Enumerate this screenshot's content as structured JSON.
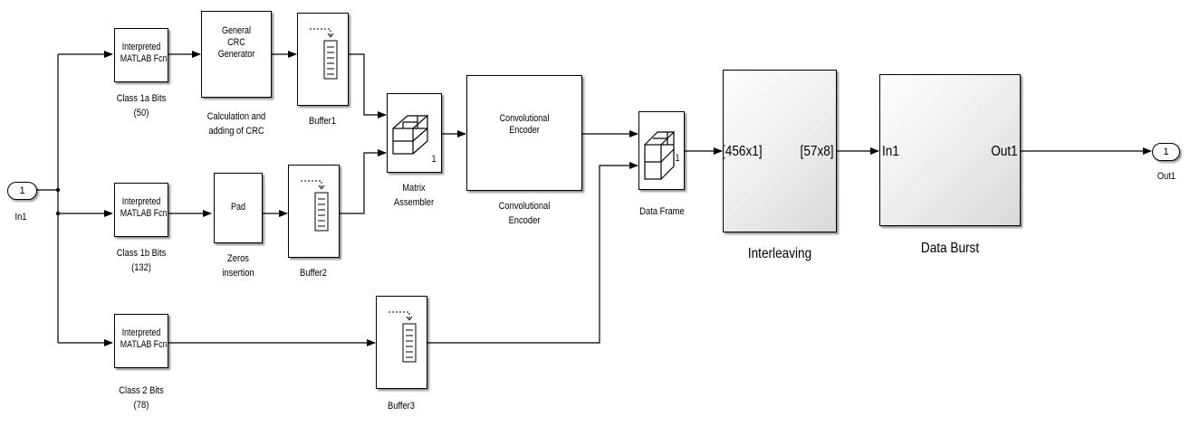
{
  "ports": {
    "in_number": "1",
    "in_label": "In1",
    "out_number": "1",
    "out_label": "Out1"
  },
  "fcn_blocks": {
    "text_line1": "Interpreted",
    "text_line2": "MATLAB Fcn",
    "class1a_label": [
      "Class 1a Bits",
      "(50)"
    ],
    "class1b_label": [
      "Class 1b Bits",
      "(132)"
    ],
    "class2_label": [
      "Class 2 Bits",
      "(78)"
    ]
  },
  "crc": {
    "inner": [
      "General",
      "CRC",
      "Generator"
    ],
    "label": [
      "Calculation and",
      "adding of CRC"
    ]
  },
  "pad": {
    "inner": "Pad",
    "label": [
      "Zeros",
      "insertion"
    ]
  },
  "buffers": {
    "buffer1": "Buffer1",
    "buffer2": "Buffer2",
    "buffer3": "Buffer3"
  },
  "matrix_assembler": {
    "inner": "1",
    "label": [
      "Matrix",
      "Assembler"
    ]
  },
  "conv_encoder": {
    "inner": [
      "Convolutional",
      "Encoder"
    ],
    "label": [
      "Convolutional",
      "Encoder"
    ]
  },
  "data_frame": {
    "inner": "1",
    "label": "Data Frame"
  },
  "interleaving": {
    "in_port": "[456x1]",
    "out_port": "[57x8]",
    "label": "Interleaving"
  },
  "data_burst": {
    "in_port": "In1",
    "out_port": "Out1",
    "label": "Data Burst"
  }
}
